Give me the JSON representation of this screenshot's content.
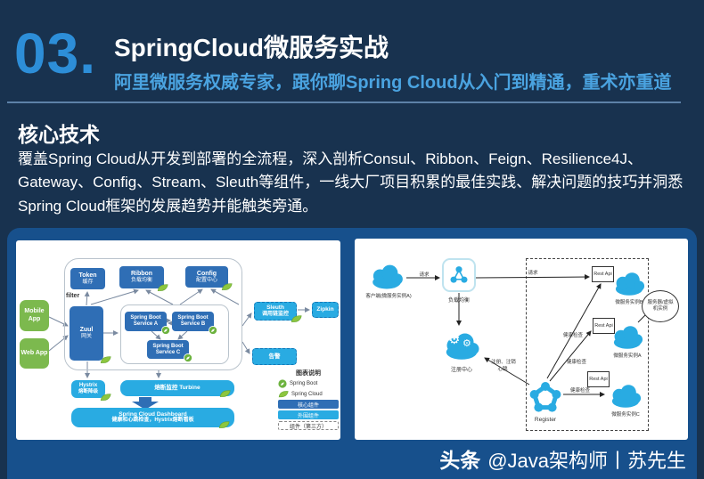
{
  "colors": {
    "background": "#18324f",
    "panel": "#17508c",
    "accent_number": "#2d8ed8",
    "subtitle": "#4aa3e0",
    "core_box": "#2f6eb5",
    "outer_box": "#29abe2",
    "app_box_green": "#7cb94e",
    "spring_green": "#6db33f"
  },
  "header": {
    "number": "03.",
    "title": "SpringCloud微服务实战",
    "subtitle": "阿里微服务权威专家，跟你聊Spring Cloud从入门到精通，重术亦重道"
  },
  "section": {
    "heading": "核心技术",
    "body": "覆盖Spring Cloud从开发到部署的全流程，深入剖析Consul、Ribbon、Feign、Resilience4J、Gateway、Config、Stream、Sleuth等组件，一线大厂项目积累的最佳实践、解决问题的技巧并洞悉Spring Cloud框架的发展趋势并能触类旁通。"
  },
  "footer": {
    "brand": "头条",
    "handle": "@Java架构师丨苏先生"
  },
  "left_diagram": {
    "apps": [
      {
        "label": "Mobile App"
      },
      {
        "label": "Web App"
      }
    ],
    "filter_label": "filter",
    "top_boxes": [
      {
        "en": "Token",
        "zh": "缓存"
      },
      {
        "en": "Ribbon",
        "zh": "负载均衡"
      },
      {
        "en": "Config",
        "zh": "配置中心"
      }
    ],
    "gateway": {
      "en": "Zuul",
      "zh": "网关"
    },
    "services": [
      {
        "l1": "Spring Boot",
        "l2": "Service A"
      },
      {
        "l1": "Spring Boot",
        "l2": "Service B"
      },
      {
        "l1": "Spring Boot",
        "l2": "Service C"
      }
    ],
    "sleuth": {
      "en": "Sleuth",
      "zh": "调用链监控"
    },
    "zipkin": "Zipkin",
    "alert": "告警",
    "hystrix": {
      "en": "Hystrix",
      "zh": "熔断降级"
    },
    "turbine": "熔断监控 Turbine",
    "dashboard": {
      "l1": "Spring Cloud Dashboard",
      "l2": "健康和心跳检查，Hystrix熔断看板"
    },
    "legend": {
      "title": "图表说明",
      "boot": "Spring Boot",
      "cloud": "Spring Cloud",
      "core": "核心组件",
      "outer": "外围组件",
      "third": "组件（第三方）"
    }
  },
  "right_diagram": {
    "client_label": "客户端(微服务实例A)",
    "request_label_1": "请求",
    "request_label_2": "请求",
    "lb_label": "负载均衡",
    "registry_label": "注册中心",
    "register_note_1": "注册、注销",
    "register_note_2": "心跳",
    "register_label": "Register",
    "health_label_1": "健康检查",
    "health_label_2": "健康检查",
    "health_label_3": "健康检查",
    "rest_api": "Rest Api",
    "instances": [
      "微服务实例B",
      "微服务实例A",
      "微服务实例C"
    ],
    "bubble": "服务器/虚拟机实例"
  }
}
